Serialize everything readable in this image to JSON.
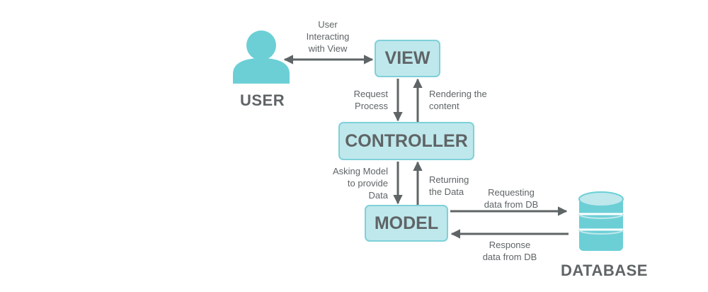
{
  "nodes": {
    "view": "VIEW",
    "controller": "CONTROLLER",
    "model": "MODEL",
    "user": "USER",
    "database": "DATABASE"
  },
  "edges": {
    "user_view": [
      "User",
      "Interacting",
      "with View"
    ],
    "request_process": [
      "Request",
      "Process"
    ],
    "rendering_content": [
      "Rendering the",
      "content"
    ],
    "asking_model": [
      "Asking Model",
      "to provide",
      "Data"
    ],
    "returning_data": [
      "Returning",
      "the Data"
    ],
    "requesting_db": [
      "Requesting",
      "data from DB"
    ],
    "response_db": [
      "Response",
      "data from DB"
    ]
  },
  "colors": {
    "box_fill": "#bfe8ec",
    "box_border": "#7fd0d9",
    "icon": "#6ccfd6",
    "arrow": "#5f6466",
    "text": "#5f6466"
  }
}
